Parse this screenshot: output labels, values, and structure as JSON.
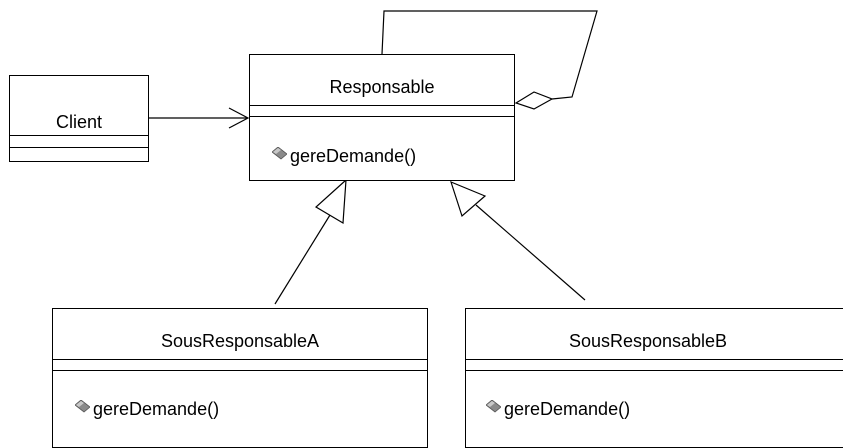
{
  "classes": {
    "client": {
      "name": "Client"
    },
    "responsable": {
      "name": "Responsable",
      "operation": "gereDemande()"
    },
    "sous_responsable_a": {
      "name": "SousResponsableA",
      "operation": "gereDemande()"
    },
    "sous_responsable_b": {
      "name": "SousResponsableB",
      "operation": "gereDemande()"
    }
  },
  "relations": [
    {
      "type": "association",
      "from": "Client",
      "to": "Responsable",
      "navigable_end": "open-arrow"
    },
    {
      "type": "aggregation",
      "from": "Responsable",
      "to": "Responsable",
      "aggregate_end": "hollow-diamond"
    },
    {
      "type": "generalization",
      "from": "SousResponsableA",
      "to": "Responsable",
      "arrowhead": "hollow-triangle"
    },
    {
      "type": "generalization",
      "from": "SousResponsableB",
      "to": "Responsable",
      "arrowhead": "hollow-triangle"
    }
  ],
  "icons": {
    "operation": "method-gem-icon"
  },
  "colors": {
    "line": "#000000",
    "background": "#ffffff",
    "icon_fill": "#8a8a8a"
  }
}
